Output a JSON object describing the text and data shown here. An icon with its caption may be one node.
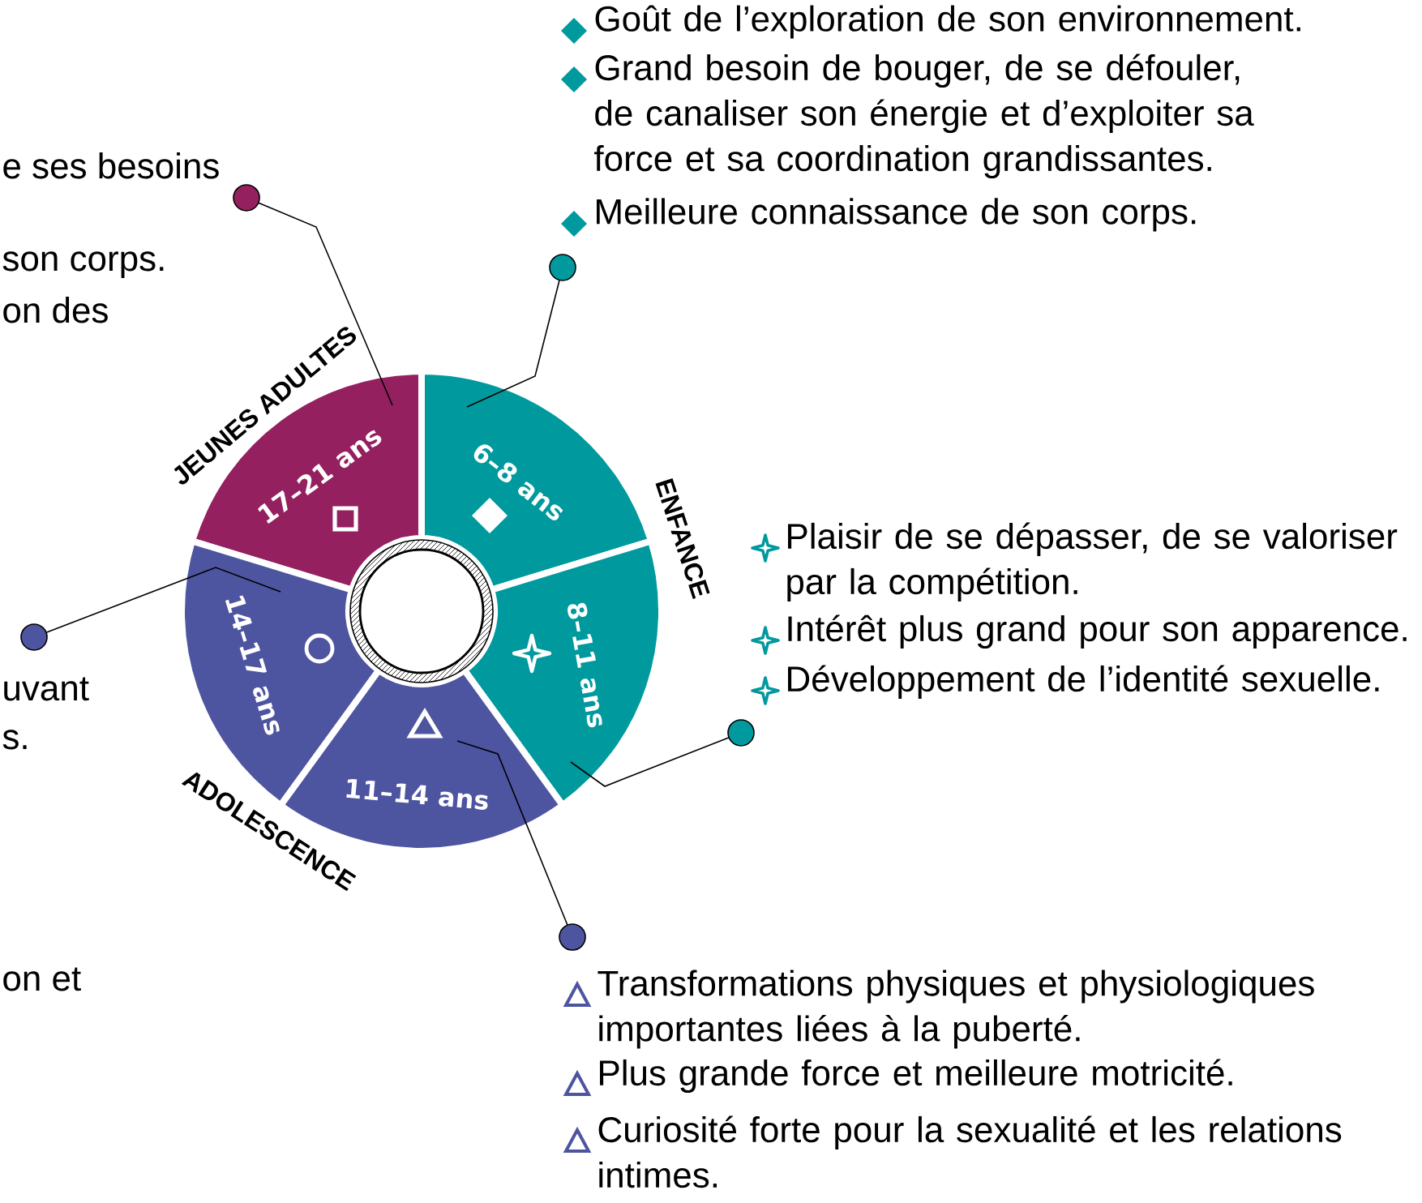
{
  "diagram": {
    "nodes": [
      {
        "text": [
          "17–21 ans"
        ]
      },
      {
        "text": [
          "6–8 ans"
        ]
      },
      {
        "text": [
          "8–11 ans"
        ]
      },
      {
        "text": [
          "11–14 ans"
        ]
      },
      {
        "text": [
          "14–17 ans"
        ]
      },
      {
        "text": [],
        "shape": "circle",
        "beside": [
          "e ses besoins",
          "son corps.",
          "on des"
        ]
      },
      {
        "text": [],
        "shape": "circle",
        "beside": [
          "Goût de l’exploration de son environnement.",
          "Grand besoin de bouger, de se défouler, de canaliser son énergie et d’exploiter sa force et sa coordination grandissantes.",
          "Meilleure connaissance de son corps."
        ]
      },
      {
        "text": [],
        "shape": "circle",
        "beside": [
          "Plaisir de se dépasser, de se valoriser par la compétition.",
          "Intérêt plus grand pour son apparence.",
          "Développement de l’identité sexuelle."
        ]
      },
      {
        "text": [],
        "shape": "circle",
        "beside": [
          "Transformations physiques et physiologiques importantes liées à la puberté.",
          "Plus grande force et meilleure motricité.",
          "Curiosité forte pour la sexualité et les relations intimes."
        ]
      },
      {
        "text": [],
        "shape": "circle",
        "beside": [
          "uvant",
          "s."
        ]
      }
    ],
    "edges": [
      {
        "from": 0,
        "to": 5,
        "arrow": "none"
      },
      {
        "from": 1,
        "to": 6,
        "arrow": "none"
      },
      {
        "from": 2,
        "to": 7,
        "arrow": "none"
      },
      {
        "from": 3,
        "to": 8,
        "arrow": "none"
      },
      {
        "from": 4,
        "to": 9,
        "arrow": "none"
      }
    ],
    "labels": [
      "JEUNES ADULTES",
      "ENFANCE",
      "ADOLESCENCE",
      "on et"
    ]
  }
}
